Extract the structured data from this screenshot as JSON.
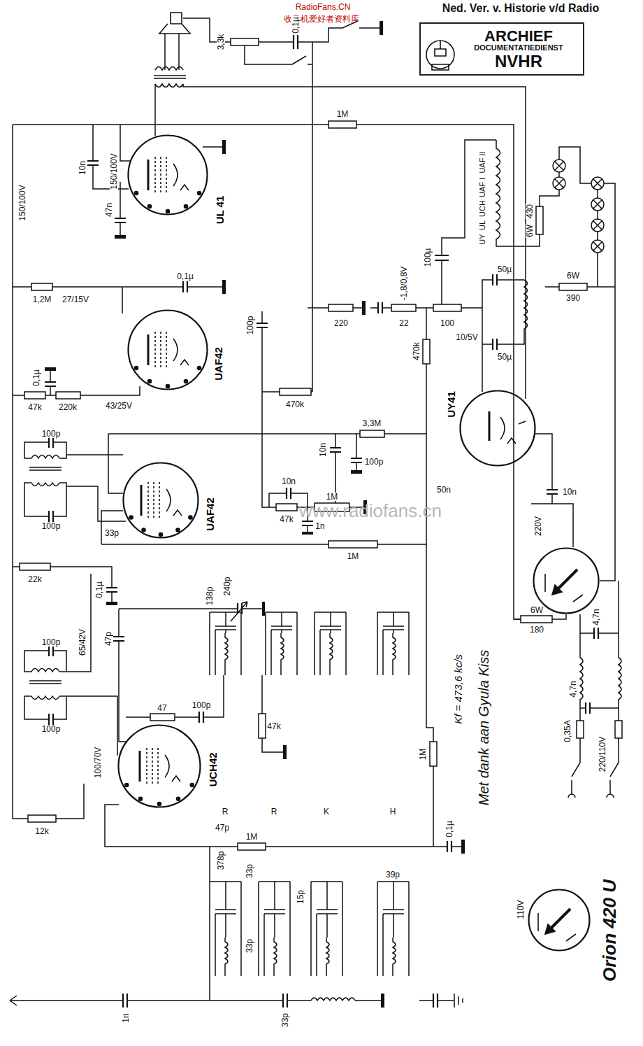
{
  "diagram": {
    "nodes": [
      {
        "text": [
          "ARCHIEF",
          "DOCUMENTATIEDIENST",
          "NVHR"
        ]
      },
      {
        "text": [
          "UL 41"
        ]
      },
      {
        "text": [
          "UAF42"
        ]
      },
      {
        "text": [
          "UAF42"
        ]
      },
      {
        "text": [
          "UCH42"
        ]
      },
      {
        "text": [
          "UY41"
        ]
      },
      {
        "text": [
          "220V"
        ]
      },
      {
        "text": [
          "110V"
        ]
      }
    ],
    "labels": [
      "RadioFans.CN",
      "收音机爱好者资料库",
      "Ned. Ver. v. Historie v/d Radio",
      "3,3k",
      "0,1µ",
      "1M",
      "10n",
      "150/100V",
      "47n",
      "150/100V",
      "1,2M",
      "27/15V",
      "0,1µ",
      "UAF II",
      "UAF I",
      "UCH",
      "UL",
      "UY",
      "430",
      "6W",
      "6W",
      "390",
      "100µ",
      "-1,8/0,8V",
      "220",
      "22",
      "100",
      "50µ",
      "10/5V",
      "50µ",
      "470k",
      "100p",
      "0,1µ",
      "47k",
      "220k",
      "43/25V",
      "470k",
      "100p",
      "100p",
      "3,3M",
      "10n",
      "100p",
      "10n",
      "10n",
      "47k",
      "1n",
      "1M",
      "50n",
      "33p",
      "1M",
      "6W",
      "180",
      "22k",
      "0,1µ",
      "138p",
      "240p",
      "100p",
      "100p",
      "65/42V",
      "47p",
      "47",
      "100p",
      "47k",
      "Kf = 473,6 kc/s",
      "Met dank aan Gyula Kiss",
      "4,7n",
      "4,7n",
      "0,35A",
      "220/110V",
      "100/70V",
      "1M",
      "12k",
      "R",
      "R",
      "K",
      "H",
      "0,1µ",
      "1M",
      "47p",
      "378p",
      "33p",
      "15p",
      "39p",
      "33p",
      "1n",
      "33p",
      "Orion 420 U",
      "www.radiofans.cn"
    ]
  }
}
